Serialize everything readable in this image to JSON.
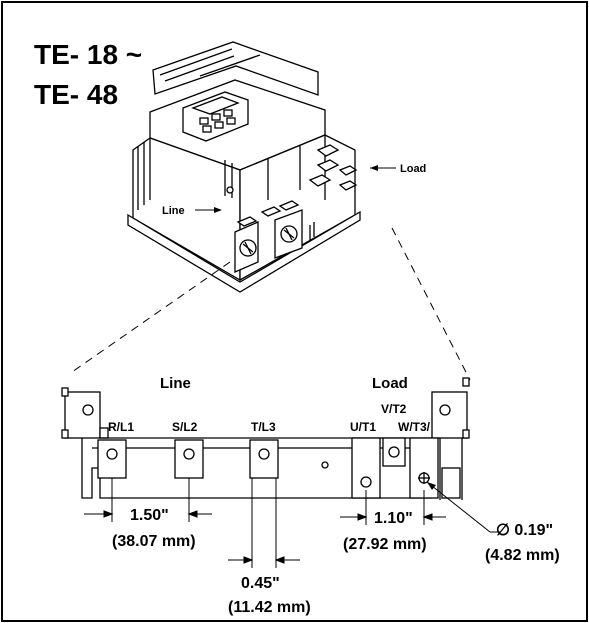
{
  "title": {
    "line1": "TE- 18 ~",
    "line2": "TE- 48"
  },
  "callouts": {
    "load_small": "Load",
    "line_small": "Line",
    "line_big": "Line",
    "load_big": "Load"
  },
  "terminals": {
    "r_l1": "R/L1",
    "s_l2": "S/L2",
    "t_l3": "T/L3",
    "u_t1": "U/T1",
    "v_t2": "V/T2",
    "w_t3": "W/T3/"
  },
  "dimensions": {
    "d1_in": "1.50\"",
    "d1_mm": "(38.07 mm)",
    "d2_in": "0.45\"",
    "d2_mm": "(11.42 mm)",
    "d3_in": "1.10\"",
    "d3_mm": "(27.92 mm)",
    "hole_in": "∅ 0.19\"",
    "hole_mm": "(4.82 mm)"
  }
}
